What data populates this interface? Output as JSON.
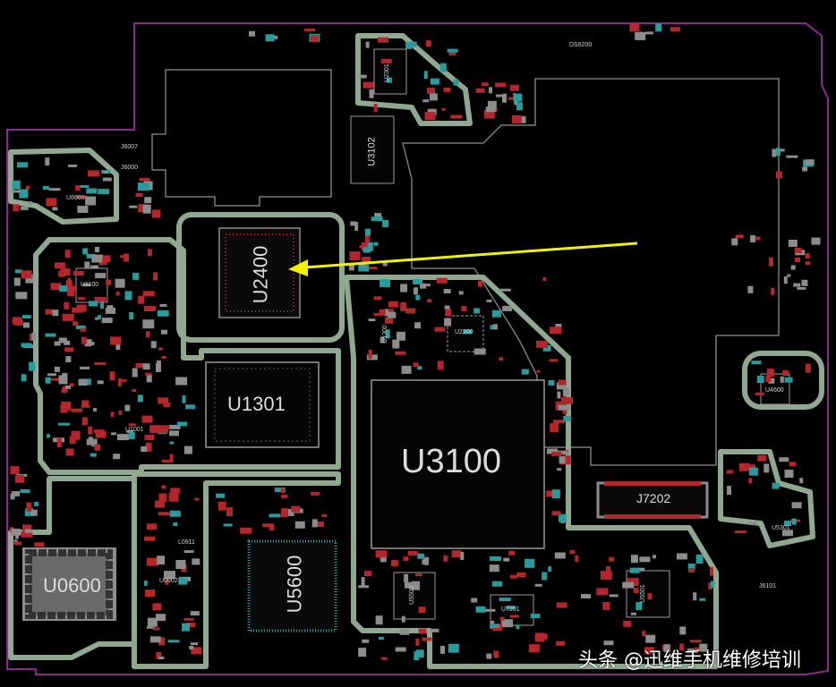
{
  "components": {
    "u3100": "U3100",
    "u1301": "U1301",
    "u2400": "U2400",
    "u0600": "U0600",
    "u5600": "U5600",
    "j7202": "J7202",
    "u5500": "U5500",
    "u5501": "U5501",
    "u7201": "U7201",
    "u1100": "U1100",
    "u2200": "U2200",
    "u4600": "U4600",
    "u6000": "U6000",
    "u3102": "U3102",
    "u2301": "U2301",
    "j6101": "J6101",
    "j6007": "J6007",
    "j6000": "J6000",
    "ds6200": "DS6200",
    "u5301": "U5301",
    "u1300": "U1300",
    "u1001": "U1001",
    "u0902": "U0902",
    "l0911": "L0911"
  },
  "watermark": "头条 @迅维手机维修培训",
  "colors": {
    "background": "#000000",
    "board_outline": "#8a2a8a",
    "shield_fence": "#8fa88f",
    "component_red": "#b3262c",
    "component_gray": "#8c8c8c",
    "pad_teal": "#2a9a9a",
    "arrow": "#f2f200"
  }
}
